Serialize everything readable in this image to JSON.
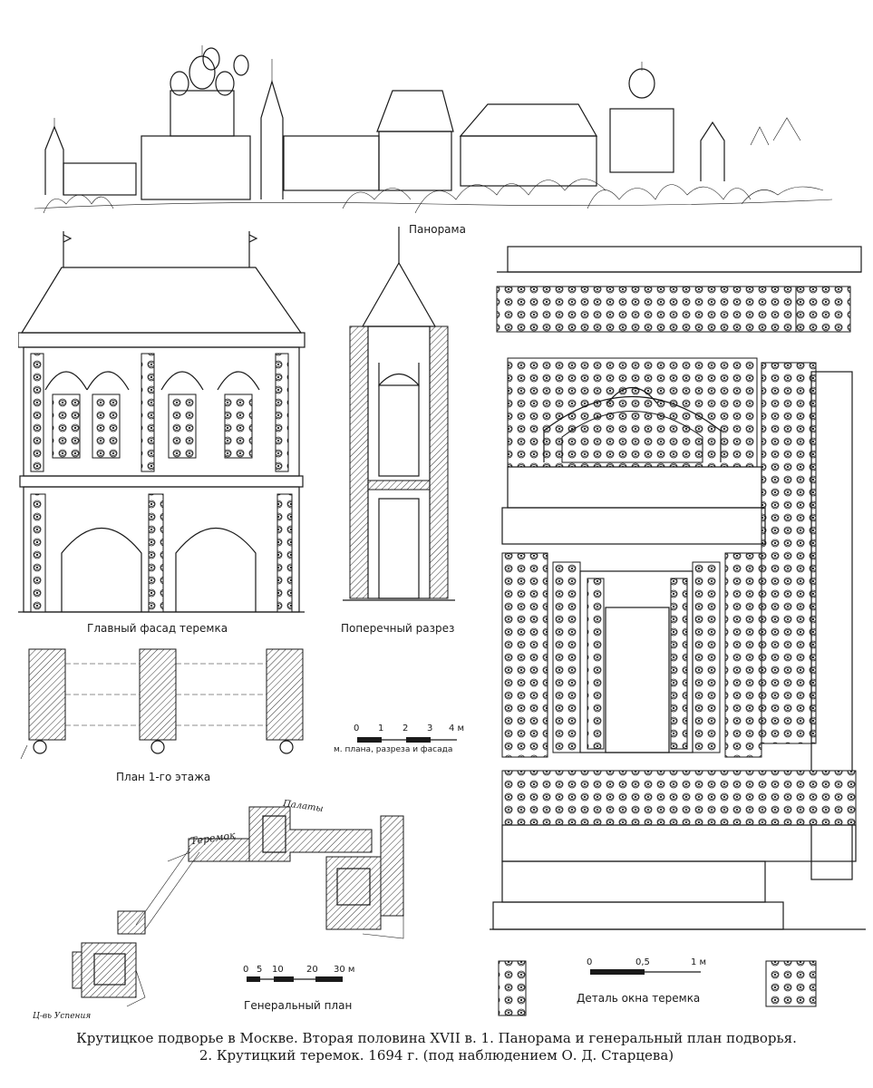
{
  "labels": {
    "panorama": "Панорама",
    "main_facade": "Главный фасад теремка",
    "cross_section": "Поперечный разрез",
    "floor_plan": "План 1-го этажа",
    "general_plan": "Генеральный план",
    "window_detail": "Деталь окна теремка",
    "palaty": "Палаты",
    "teremok": "Теремок",
    "church": "Ц-вь Успения"
  },
  "scales": {
    "plan_scale_ticks": [
      "0",
      "1",
      "2",
      "3",
      "4 м"
    ],
    "plan_scale_note": "м. плана, разреза и фасада",
    "general_scale_ticks": [
      "0",
      "5",
      "10",
      "20",
      "30 м"
    ],
    "detail_scale_ticks": [
      "0",
      "0,5",
      "1 м"
    ]
  },
  "caption": {
    "line1": "Крутицкое подворье в Москве. Вторая половина XVII в. 1. Панорама и генеральный план подворья.",
    "line2": "2. Крутицкий теремок. 1694 г. (под наблюдением О. Д. Старцева)"
  }
}
